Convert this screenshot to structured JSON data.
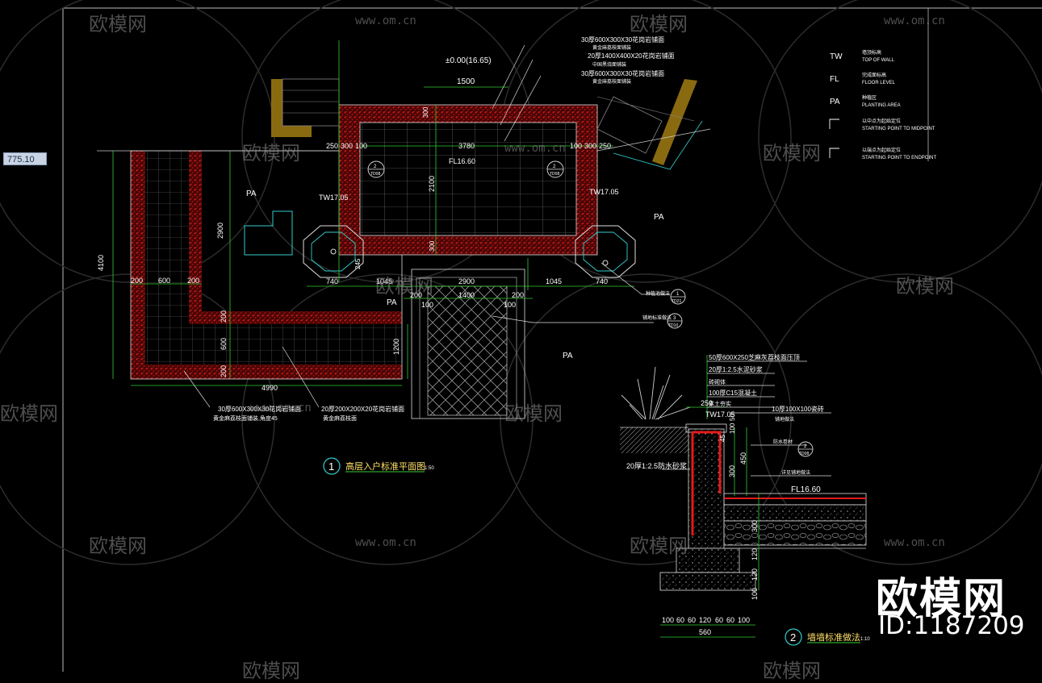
{
  "viewport": {
    "coordinate_readout": "775.10"
  },
  "watermark": {
    "brand": "欧模网",
    "site": "www.om.cn",
    "id": "ID:1187209"
  },
  "legend": {
    "items": [
      {
        "abbr": "TW",
        "cn": "墙顶标高",
        "en": "TOP OF WALL"
      },
      {
        "abbr": "FL",
        "cn": "完成面标高",
        "en": "FLOOR LEVEL"
      },
      {
        "abbr": "PA",
        "cn": "种植区",
        "en": "PLANTING AREA"
      },
      {
        "abbr": "",
        "cn": "以中点为起始定位",
        "en": "STARTING POINT TO MIDPOINT"
      },
      {
        "abbr": "",
        "cn": "以端点为起始定位",
        "en": "STARTING POINT TO ENDPOINT"
      }
    ]
  },
  "plan": {
    "number": "1",
    "title": "高层入户标准平面图",
    "scale": "1:50",
    "level": "±0.00(16.65)",
    "fl_label": "FL16.60",
    "tw_left": "TW17.05",
    "tw_right": "TW17.05",
    "pa": "PA",
    "notes_top": [
      "30厚600X300X30花岗岩铺面",
      "20厚1400X400X20花岗岩铺面",
      "30厚600X300X30花岗岩铺面"
    ],
    "notes_top_sub": [
      "黄金麻荔枝面铺装",
      "中国黑烧面铺装",
      "黄金麻荔枝面铺装"
    ],
    "note_bl1": "30厚600X300X30花岗岩铺面",
    "note_bl1b": "黄金麻荔枝面铺装,角度45",
    "note_bl2": "20厚200X200X20花岗岩铺面",
    "note_bl2b": "黄金麻荔枝面",
    "callout_a": "种植池做法",
    "callout_b": "铺地标准做法",
    "section_ref": "2",
    "sheet_ref": "TD08",
    "detail_ref_1": "1",
    "detail_ref_1_sheet": "TD21",
    "detail_ref_3": "3",
    "detail_ref_3_sheet": "TD10",
    "dims": {
      "top": "1500",
      "d300a": "300",
      "d250": "250",
      "d300": "300",
      "d100": "100",
      "mid": "3780",
      "d100b": "100",
      "d300b": "300",
      "d250b": "250",
      "height2100": "2100",
      "d300c": "300",
      "left4100": "4100",
      "d2900": "2900",
      "d200a": "200",
      "d600": "600",
      "d200b": "200",
      "d200c": "200",
      "d600b": "600",
      "d200d": "200",
      "d4990": "4990",
      "d740": "740",
      "d1045": "1045",
      "d2900b": "2900",
      "d1045b": "1045",
      "d740b": "740",
      "d200e": "200",
      "d1400": "1400",
      "d200f": "200",
      "d100c": "100",
      "d100d": "100",
      "d1200": "1200",
      "d245": "245"
    }
  },
  "section": {
    "number": "2",
    "title": "墙墙标准做法",
    "scale": "1:10",
    "notes": [
      "50厚600X250芝麻灰荔枝面压顶",
      "20厚1:2.5水泥砂浆",
      "砖砌体",
      "100厚C15混凝土",
      "素土夯实"
    ],
    "note_right1": "10厚100X100瓷砖",
    "note_right2": "铺地做法",
    "note_left": "20厚1:2.5防水砂浆",
    "note_drain": "防水卷材",
    "note_ground": "详见铺地做法",
    "tw": "TW17.05",
    "fl": "FL16.60",
    "dims": {
      "d250": "250",
      "d100a": "100",
      "d50": "50",
      "d45": "45",
      "d300": "300",
      "d450": "450",
      "d300b": "300",
      "d120a": "120",
      "d120b": "120",
      "d100b": "100",
      "bottom": [
        "100",
        "60",
        "60",
        "120",
        "60",
        "60",
        "100"
      ],
      "total": "560"
    }
  },
  "colors": {
    "dim": "#33cc33",
    "paving": "#cc1111",
    "outline": "#e6e6e6",
    "wall": "#8a6a10",
    "cyan": "#33cccc",
    "label": "#ffffff"
  }
}
